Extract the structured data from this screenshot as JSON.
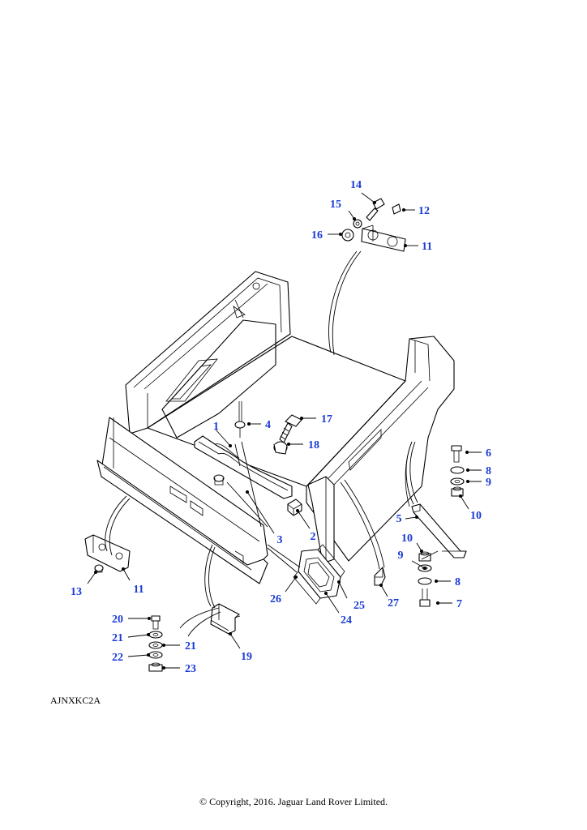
{
  "diagram_ref": "AJNXKC2A",
  "copyright": "© Copyright, 2016. Jaguar Land Rover Limited.",
  "callouts": [
    {
      "n": "1"
    },
    {
      "n": "2"
    },
    {
      "n": "3"
    },
    {
      "n": "4"
    },
    {
      "n": "5"
    },
    {
      "n": "6"
    },
    {
      "n": "7"
    },
    {
      "n": "8"
    },
    {
      "n": "8"
    },
    {
      "n": "9"
    },
    {
      "n": "9"
    },
    {
      "n": "10"
    },
    {
      "n": "10"
    },
    {
      "n": "11"
    },
    {
      "n": "11"
    },
    {
      "n": "12"
    },
    {
      "n": "13"
    },
    {
      "n": "14"
    },
    {
      "n": "15"
    },
    {
      "n": "16"
    },
    {
      "n": "17"
    },
    {
      "n": "18"
    },
    {
      "n": "19"
    },
    {
      "n": "20"
    },
    {
      "n": "21"
    },
    {
      "n": "21"
    },
    {
      "n": "22"
    },
    {
      "n": "23"
    },
    {
      "n": "24"
    },
    {
      "n": "25"
    },
    {
      "n": "26"
    },
    {
      "n": "27"
    }
  ]
}
